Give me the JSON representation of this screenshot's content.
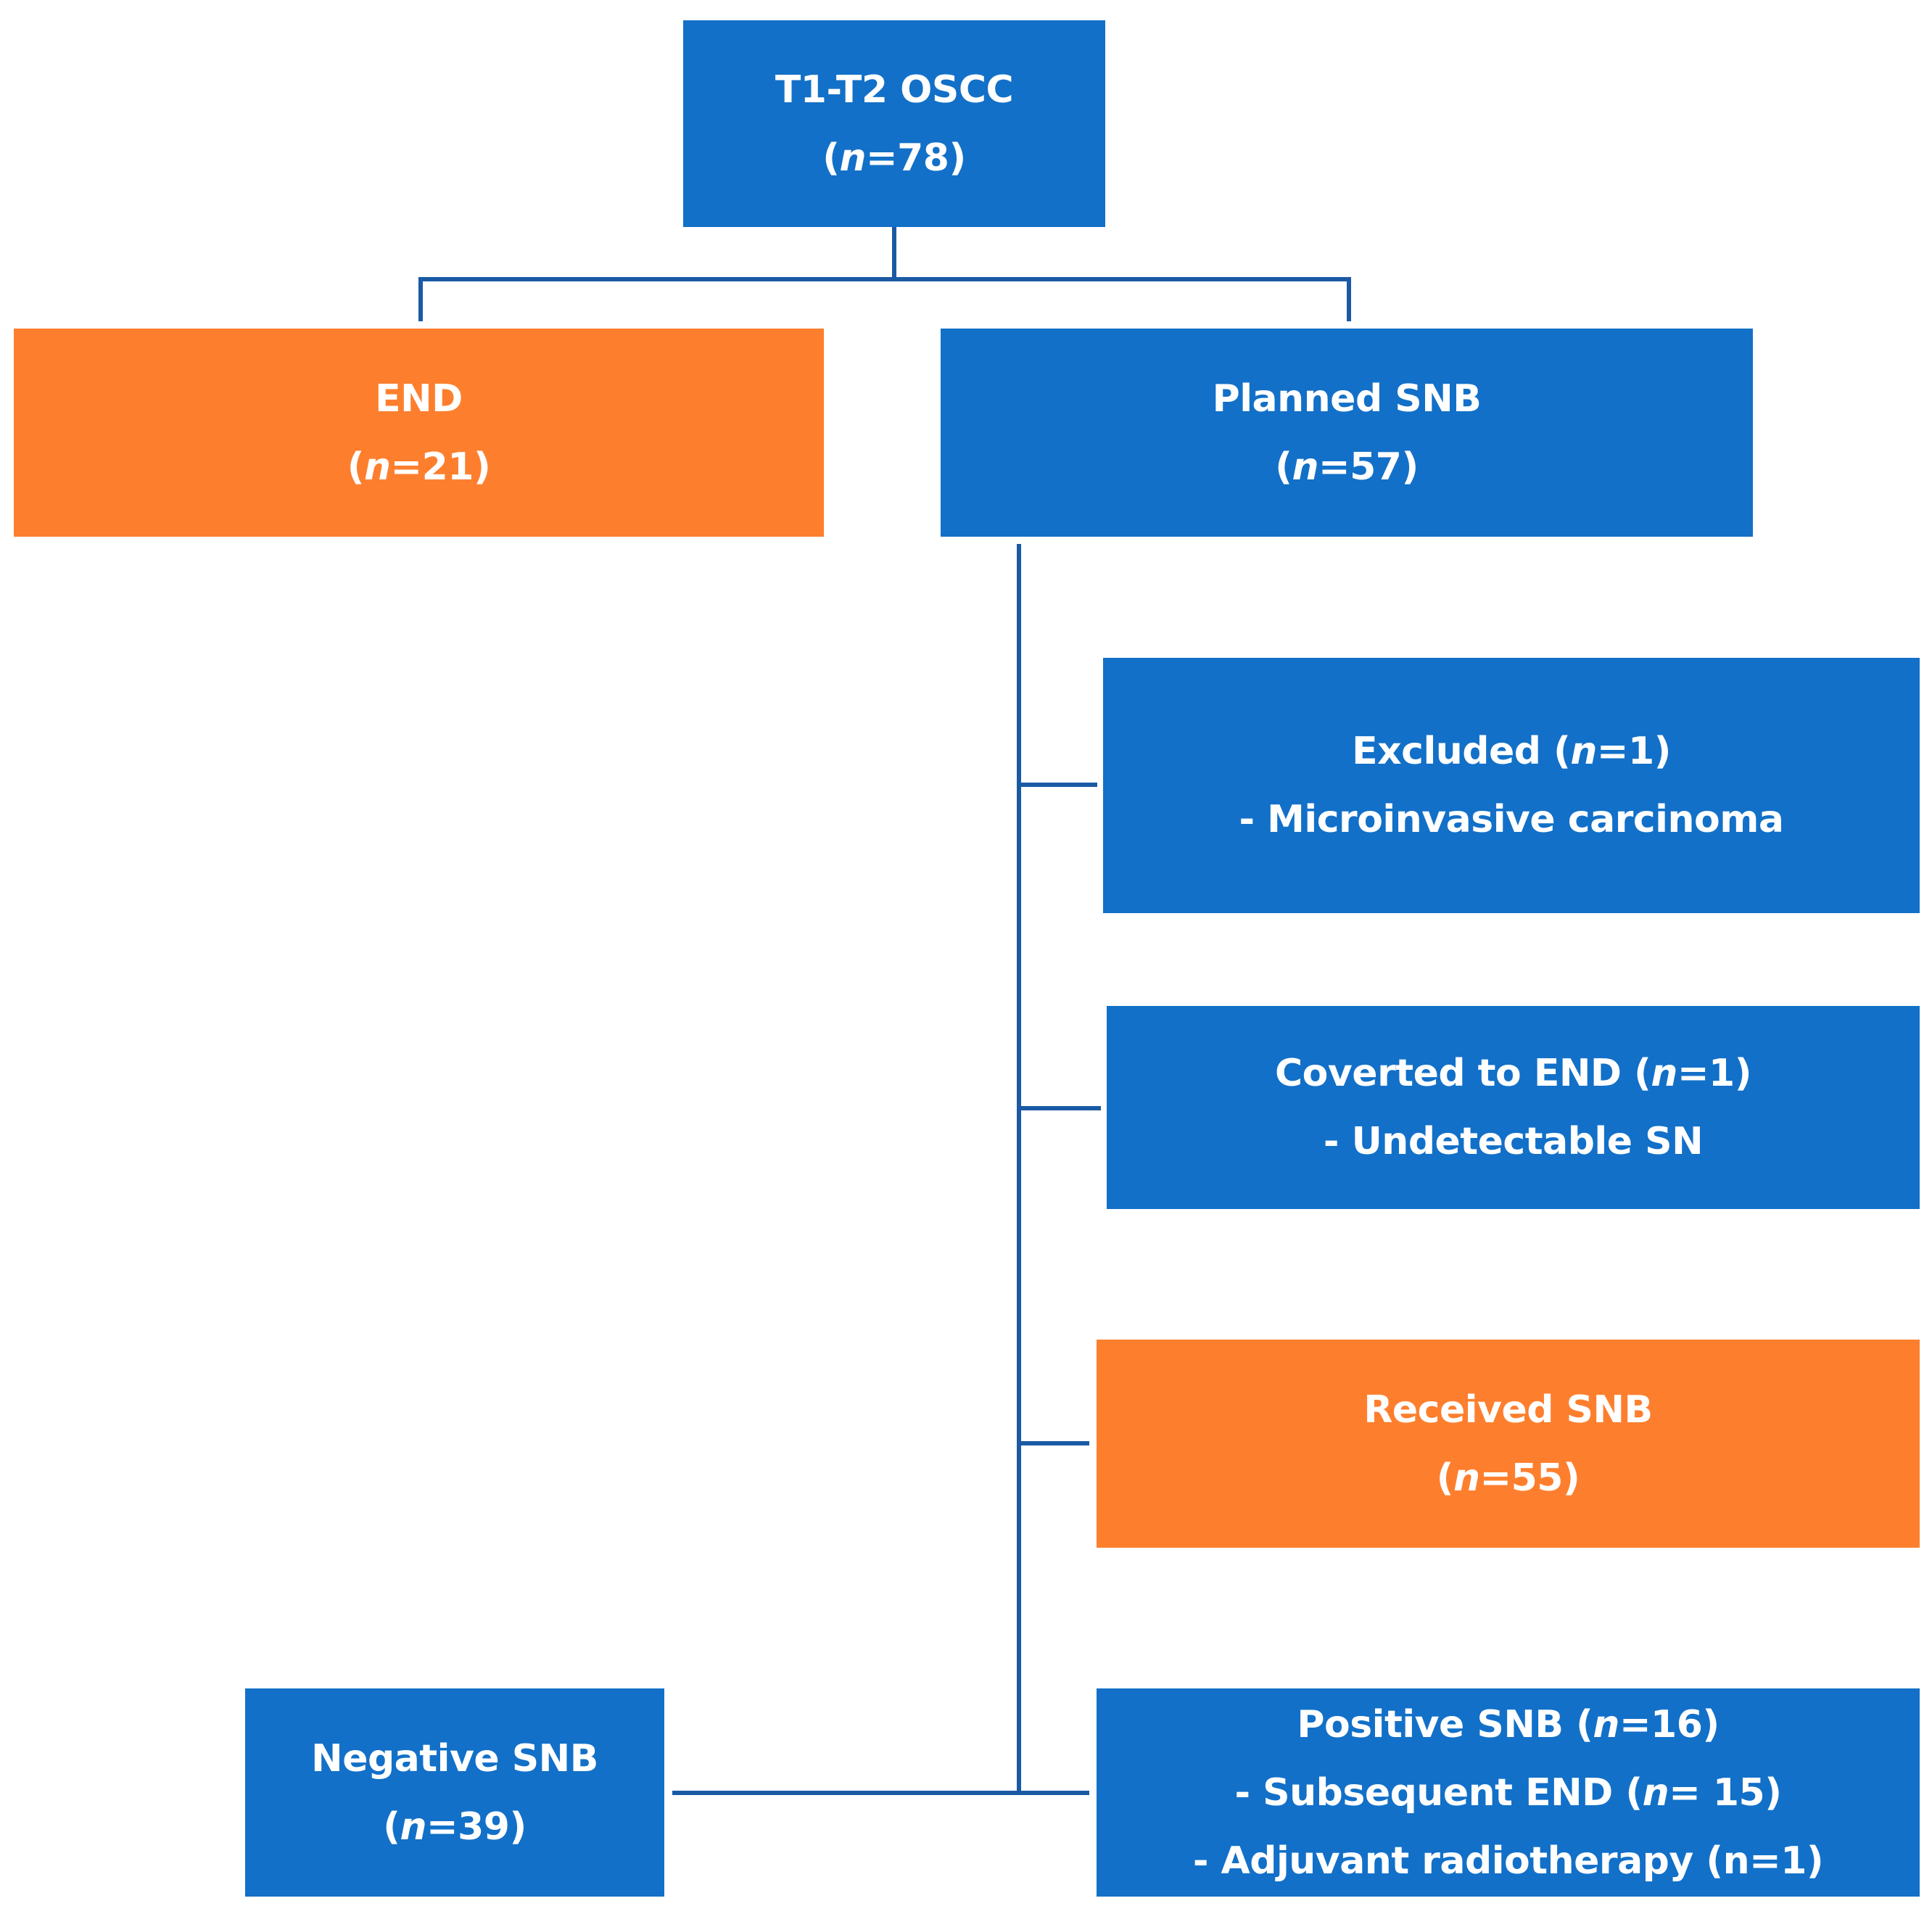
{
  "nodes": {
    "root": {
      "label": "T1-T2 OSCC",
      "n_prefix": "(",
      "n_symbol": "n",
      "n_value": "=78)"
    },
    "end": {
      "label": "END",
      "n_prefix": "(",
      "n_symbol": "n",
      "n_value": "=21)"
    },
    "planned_snb": {
      "label": "Planned SNB",
      "n_prefix": "(",
      "n_symbol": "n",
      "n_value": "=57)"
    },
    "excluded": {
      "label_pre": "Excluded (",
      "n_symbol": "n",
      "label_post": "=1)",
      "detail": "- Microinvasive carcinoma"
    },
    "converted": {
      "label_pre": "Coverted to END (",
      "n_symbol": "n",
      "label_post": "=1)",
      "detail": "- Undetectable SN"
    },
    "received_snb": {
      "label": "Received SNB",
      "n_prefix": "(",
      "n_symbol": "n",
      "n_value": "=55)"
    },
    "negative_snb": {
      "label": "Negative SNB",
      "n_prefix": "(",
      "n_symbol": "n",
      "n_value": "=39)"
    },
    "positive_snb": {
      "label_pre": "Positive SNB (",
      "n_symbol": "n",
      "label_post": "=16)",
      "detail1_pre": "- Subsequent END (",
      "detail1_symbol": "n",
      "detail1_post": "= 15)",
      "detail2": "- Adjuvant radiotherapy (n=1)"
    }
  },
  "colors": {
    "blue_box": "#1270c8",
    "orange_box": "#fd7f2e",
    "connector": "#1a5aa5",
    "text": "#ffffff"
  }
}
